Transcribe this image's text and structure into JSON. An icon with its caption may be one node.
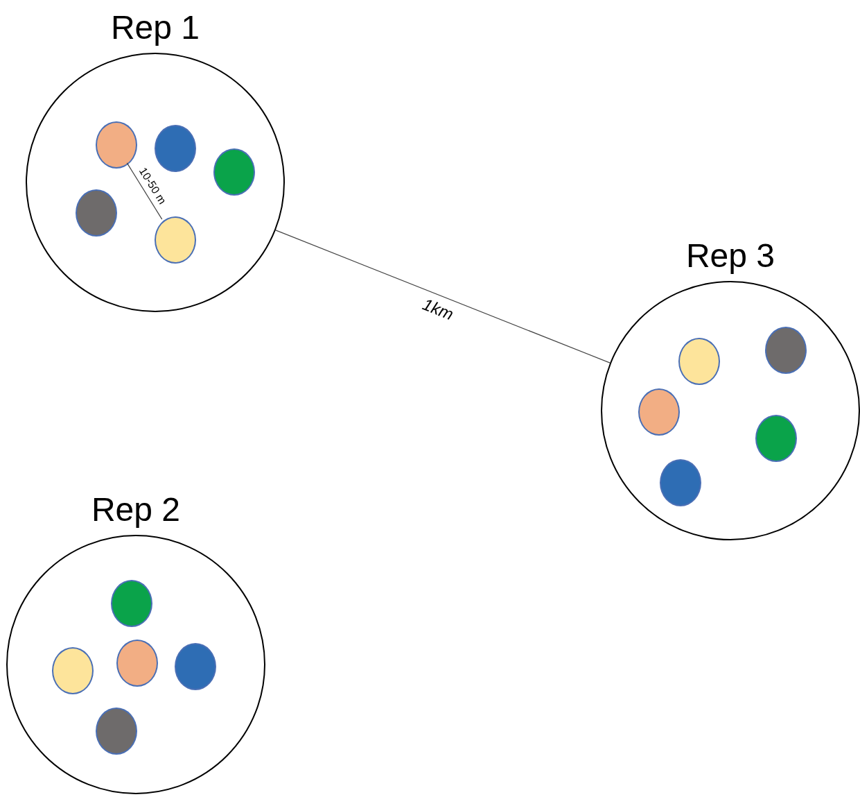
{
  "diagram": {
    "nodes": [
      {
        "text": [
          "Rep 1"
        ]
      },
      {
        "text": [],
        "shape": "circle",
        "in": 0
      },
      {
        "text": [],
        "shape": "circle",
        "in": 0
      },
      {
        "text": [],
        "shape": "circle",
        "in": 0
      },
      {
        "text": [],
        "shape": "circle",
        "in": 0
      },
      {
        "text": [],
        "shape": "circle",
        "in": 0
      },
      {
        "text": [
          "Rep 3"
        ]
      },
      {
        "text": [],
        "shape": "circle",
        "in": 6
      },
      {
        "text": [],
        "shape": "circle",
        "in": 6
      },
      {
        "text": [],
        "shape": "circle",
        "in": 6
      },
      {
        "text": [],
        "shape": "circle",
        "in": 6
      },
      {
        "text": [],
        "shape": "circle",
        "in": 6
      },
      {
        "text": [
          "Rep 2"
        ]
      },
      {
        "text": [],
        "shape": "circle",
        "in": 12
      },
      {
        "text": [],
        "shape": "circle",
        "in": 12
      },
      {
        "text": [],
        "shape": "circle",
        "in": 12
      },
      {
        "text": [],
        "shape": "circle",
        "in": 12
      },
      {
        "text": [],
        "shape": "circle",
        "in": 12
      }
    ],
    "edges": [
      {
        "from": 0,
        "to": 6,
        "arrow": "none",
        "label": "1km"
      },
      {
        "from": 1,
        "to": 5,
        "arrow": "none",
        "label": "10-50 m"
      }
    ]
  }
}
